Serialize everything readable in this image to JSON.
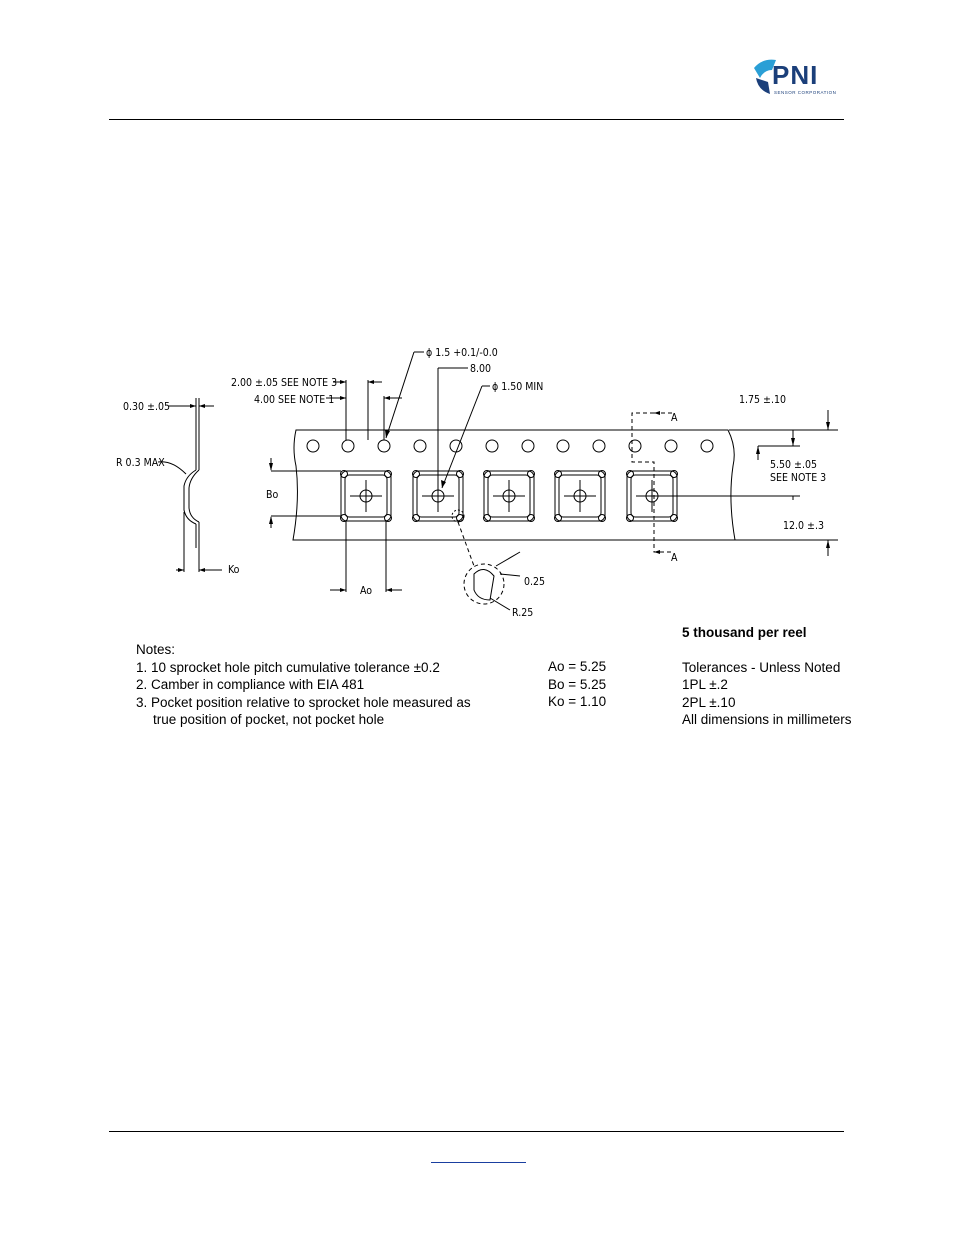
{
  "header": {
    "logo_text": "PNI",
    "logo_subtext": "SENSOR CORPORATION"
  },
  "drawing": {
    "labels": {
      "hole_dia": "ϕ 1.5 +0.1/-0.0",
      "pitch_8": "8.00",
      "hole_min": "ϕ 1.50 MIN",
      "pitch_2": "2.00 ±.05 SEE NOTE 3",
      "pitch_4": "4.00 SEE NOTE 1",
      "thickness": "0.30 ±.05",
      "radius_max": "R 0.3 MAX",
      "edge_175": "1.75 ±.10",
      "offset_550": "5.50 ±.05",
      "offset_note": "SEE NOTE 3",
      "width_12": "12.0 ±.3",
      "section_a_top": "A",
      "section_a_bottom": "A",
      "bo": "Bo",
      "ao": "Ao",
      "ko": "Ko",
      "detail_025": "0.25",
      "detail_r25": "R.25"
    }
  },
  "notes": {
    "heading": "Notes:",
    "items": [
      "1. 10 sprocket hole pitch cumulative tolerance ±0.2",
      "2. Camber in compliance with EIA 481",
      "3. Pocket position relative to sprocket hole measured as",
      "    true position of pocket, not pocket hole"
    ]
  },
  "dimensions": {
    "ao": "Ao = 5.25",
    "bo": "Bo = 5.25",
    "ko": "Ko = 1.10"
  },
  "reel": {
    "quantity": "5 thousand per reel",
    "tol_heading": "Tolerances - Unless Noted",
    "tol_1pl": "1PL ±.2",
    "tol_2pl": "2PL ±.10",
    "units": "All dimensions in millimeters"
  },
  "colors": {
    "brand": "#1b3f7a",
    "logo_accent": "#2a9fd6"
  }
}
